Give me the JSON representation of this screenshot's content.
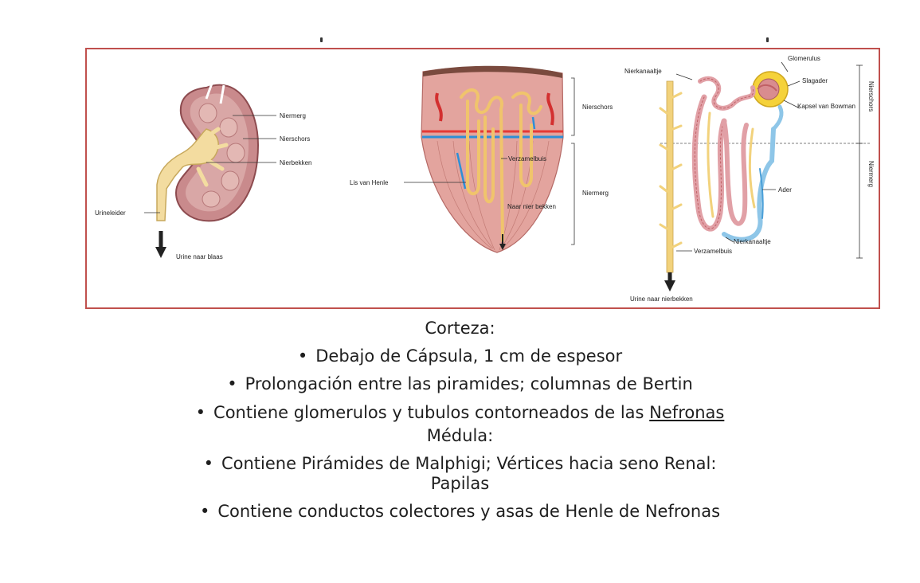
{
  "diagram": {
    "kidney_labels": {
      "nierwerg": "Niermerg",
      "nierschors": "Nierschors",
      "nierbekken": "Nierbekken",
      "urineleider": "Urineleider",
      "urine_naar_blaas": "Urine naar blaas"
    },
    "pyramid_labels": {
      "nierschors": "Nierschors",
      "verzamelbuis": "Verzamelbuis",
      "lis_van_henle": "Lis van Henle",
      "niermerg": "Niermerg",
      "naar_nierbekken": "Naar nier bekken"
    },
    "nephron_labels": {
      "nierkanaaltje_top": "Nierkanaaltje",
      "glomerulus": "Glomerulus",
      "slagader": "Slagader",
      "kapsel_van_bowman": "Kapsel van Bowman",
      "ader": "Ader",
      "nierkanaaltje_bottom": "Nierkanaaltje",
      "verzamelbuis": "Verzamelbuis",
      "urine_naar_nierbekken": "Urine naar nierbekken",
      "side_nierschors": "Nierschors",
      "side_niermerg": "Niermerg"
    }
  },
  "text": {
    "corteza_heading": "Corteza:",
    "corteza_bullets": [
      "Debajo de Cápsula, 1 cm de espesor",
      "Prolongación entre las piramides; columnas de Bertin",
      "Contiene glomerulos y tubulos contorneados de las "
    ],
    "corteza_underlined": "Nefronas",
    "medula_heading": "Médula:",
    "medula_bullets": [
      "Contiene Pirámides de Malphigi; Vértices hacia seno Renal:",
      "Papilas",
      "Contiene conductos colectores y asas de Henle de Nefronas"
    ],
    "bullet_char": "•"
  }
}
